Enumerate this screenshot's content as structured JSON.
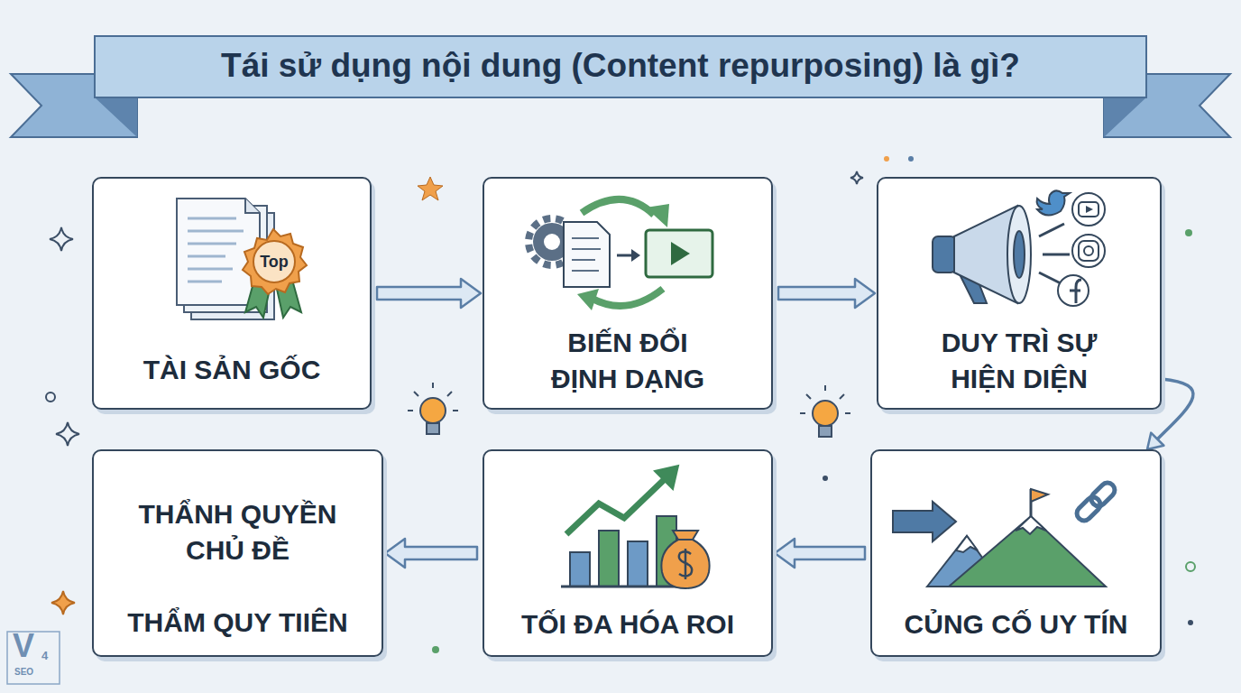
{
  "diagram": {
    "title": "Tái sử dụng nội dung (Content repurposing) là gì?",
    "nodes": [
      {
        "text": [
          "TÀI SẢN GỐC"
        ]
      },
      {
        "text": [
          "BIẾN ĐỔI ĐỊNH DẠNG"
        ]
      },
      {
        "text": [
          "DUY TRÌ SỰ HIỆN DIỆN"
        ]
      },
      {
        "text": [
          "THẨNH QUYỀN CHỦ ĐỀ",
          "THẨM QUY TIIÊN"
        ]
      },
      {
        "text": [
          "TỐI ĐA HÓA ROI"
        ]
      },
      {
        "text": [
          "CỦNG CỐ UY TÍN"
        ]
      }
    ],
    "edges": [
      {
        "from": 0,
        "to": 1,
        "arrow": "to"
      },
      {
        "from": 1,
        "to": 2,
        "arrow": "to"
      },
      {
        "from": 2,
        "to": 5,
        "arrow": "to"
      },
      {
        "from": 5,
        "to": 4,
        "arrow": "to"
      },
      {
        "from": 4,
        "to": 3,
        "arrow": "to"
      }
    ],
    "labels": [
      "Top",
      "V",
      "4",
      "SEO"
    ]
  }
}
